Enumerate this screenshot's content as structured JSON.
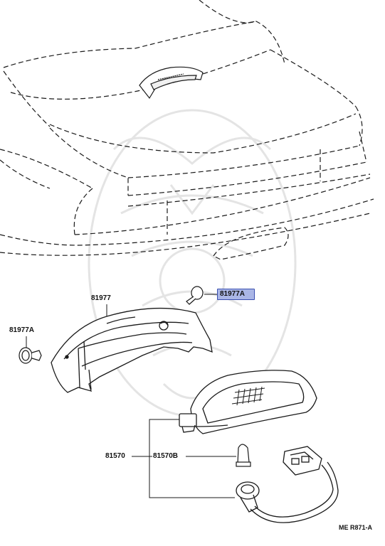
{
  "labels": {
    "panel_inner": "81977",
    "clip_left": "81977A",
    "clip_right": "81977A",
    "lamp_assy": "81570",
    "bulb": "81570B"
  },
  "footer": {
    "code": "ME  R871-A"
  },
  "highlight": {
    "part": "81977A",
    "color": "#aab6e6",
    "border": "#3a4fb0"
  },
  "icons": [
    "watermark-seal-icon"
  ]
}
